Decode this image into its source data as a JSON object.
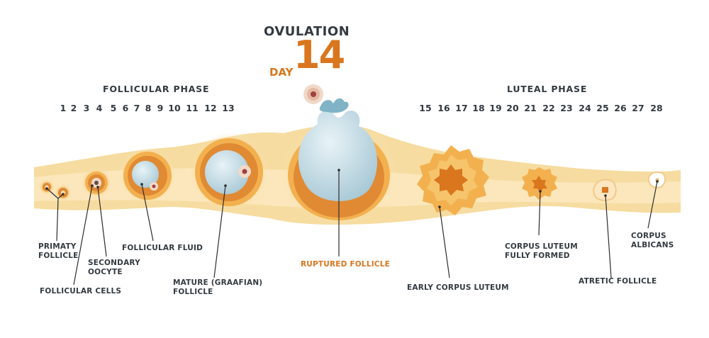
{
  "header": {
    "ovulation_label": "OVULATION",
    "day_word": "DAY",
    "day_number": "14"
  },
  "phases": {
    "follicular": "FOLLICULAR  PHASE",
    "luteal": "LUTEAL PHASE"
  },
  "days": {
    "follicular": [
      "1",
      "2",
      "3",
      "4",
      "5",
      "6",
      "7",
      "8",
      "9",
      "10",
      "11",
      "12",
      "13"
    ],
    "luteal": [
      "15",
      "16",
      "17",
      "18",
      "19",
      "20",
      "21",
      "22",
      "23",
      "24",
      "25",
      "26",
      "27",
      "28"
    ]
  },
  "labels": {
    "primary_follicle": [
      "PRIMATY",
      "FOLLICLE"
    ],
    "follicular_cells": "FOLLICULAR CELLS",
    "secondary_oocyte": [
      "SECONDARY",
      "OOCYTE"
    ],
    "follicular_fluid": "FOLLICULAR FLUID",
    "mature_follicle": [
      "MATURE (GRAAFIAN)",
      "FOLLICLE"
    ],
    "ruptured_follicle": "RUPTURED FOLLICLE",
    "early_corpus_luteum": "EARLY CORPUS LUTEUM",
    "corpus_luteum_formed": [
      "CORPUS LUTEUM",
      "FULLY FORMED"
    ],
    "atretic_follicle": "ATRETIC FOLLICLE",
    "corpus_albicans": [
      "CORPUS",
      "ALBICANS"
    ]
  },
  "colors": {
    "band_outer": "#f6dca0",
    "band_inner": "#fbe7bb",
    "follicle_orange": "#e08a34",
    "fluid_blue": "#c9dfe8",
    "accent": "#d9761e",
    "text": "#333a40"
  }
}
